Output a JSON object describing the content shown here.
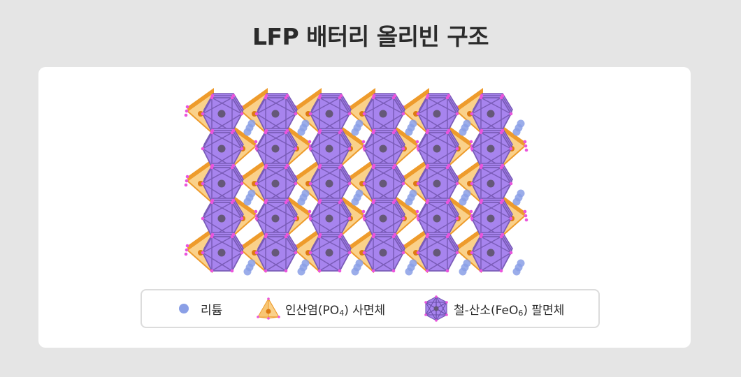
{
  "title": "LFP 배터리 올리빈 구조",
  "colors": {
    "background": "#e5e5e5",
    "card": "#ffffff",
    "octahedron_fill": "#a784ee",
    "octahedron_edge": "#7a5cb8",
    "fe_center": "#655878",
    "tetrahedron_fill": "#fad18a",
    "tetrahedron_edge": "#ee9b2b",
    "p_center": "#de7a12",
    "oxygen": "#ea55dc",
    "lithium": "#8a9fe6"
  },
  "legend": {
    "items": [
      {
        "icon": "lithium-dot-icon",
        "label": "리튬"
      },
      {
        "icon": "tetrahedron-icon",
        "label_main": "인산염(PO",
        "label_sub": "4",
        "label_tail": ") 사면체"
      },
      {
        "icon": "octahedron-icon",
        "label_main": "철-산소(FeO",
        "label_sub": "6",
        "label_tail": ") 팔면체"
      }
    ]
  },
  "structure": {
    "columns_x": [
      262,
      339,
      416,
      493,
      570,
      647
    ],
    "rows_y": [
      67,
      117,
      167,
      217,
      266
    ],
    "tetra_side": [
      "left",
      "right",
      "left",
      "right",
      "left"
    ],
    "lithium_rows_y": [
      87,
      187,
      287
    ],
    "lithium_cols_x": [
      301,
      378,
      455,
      532,
      609,
      686
    ]
  }
}
